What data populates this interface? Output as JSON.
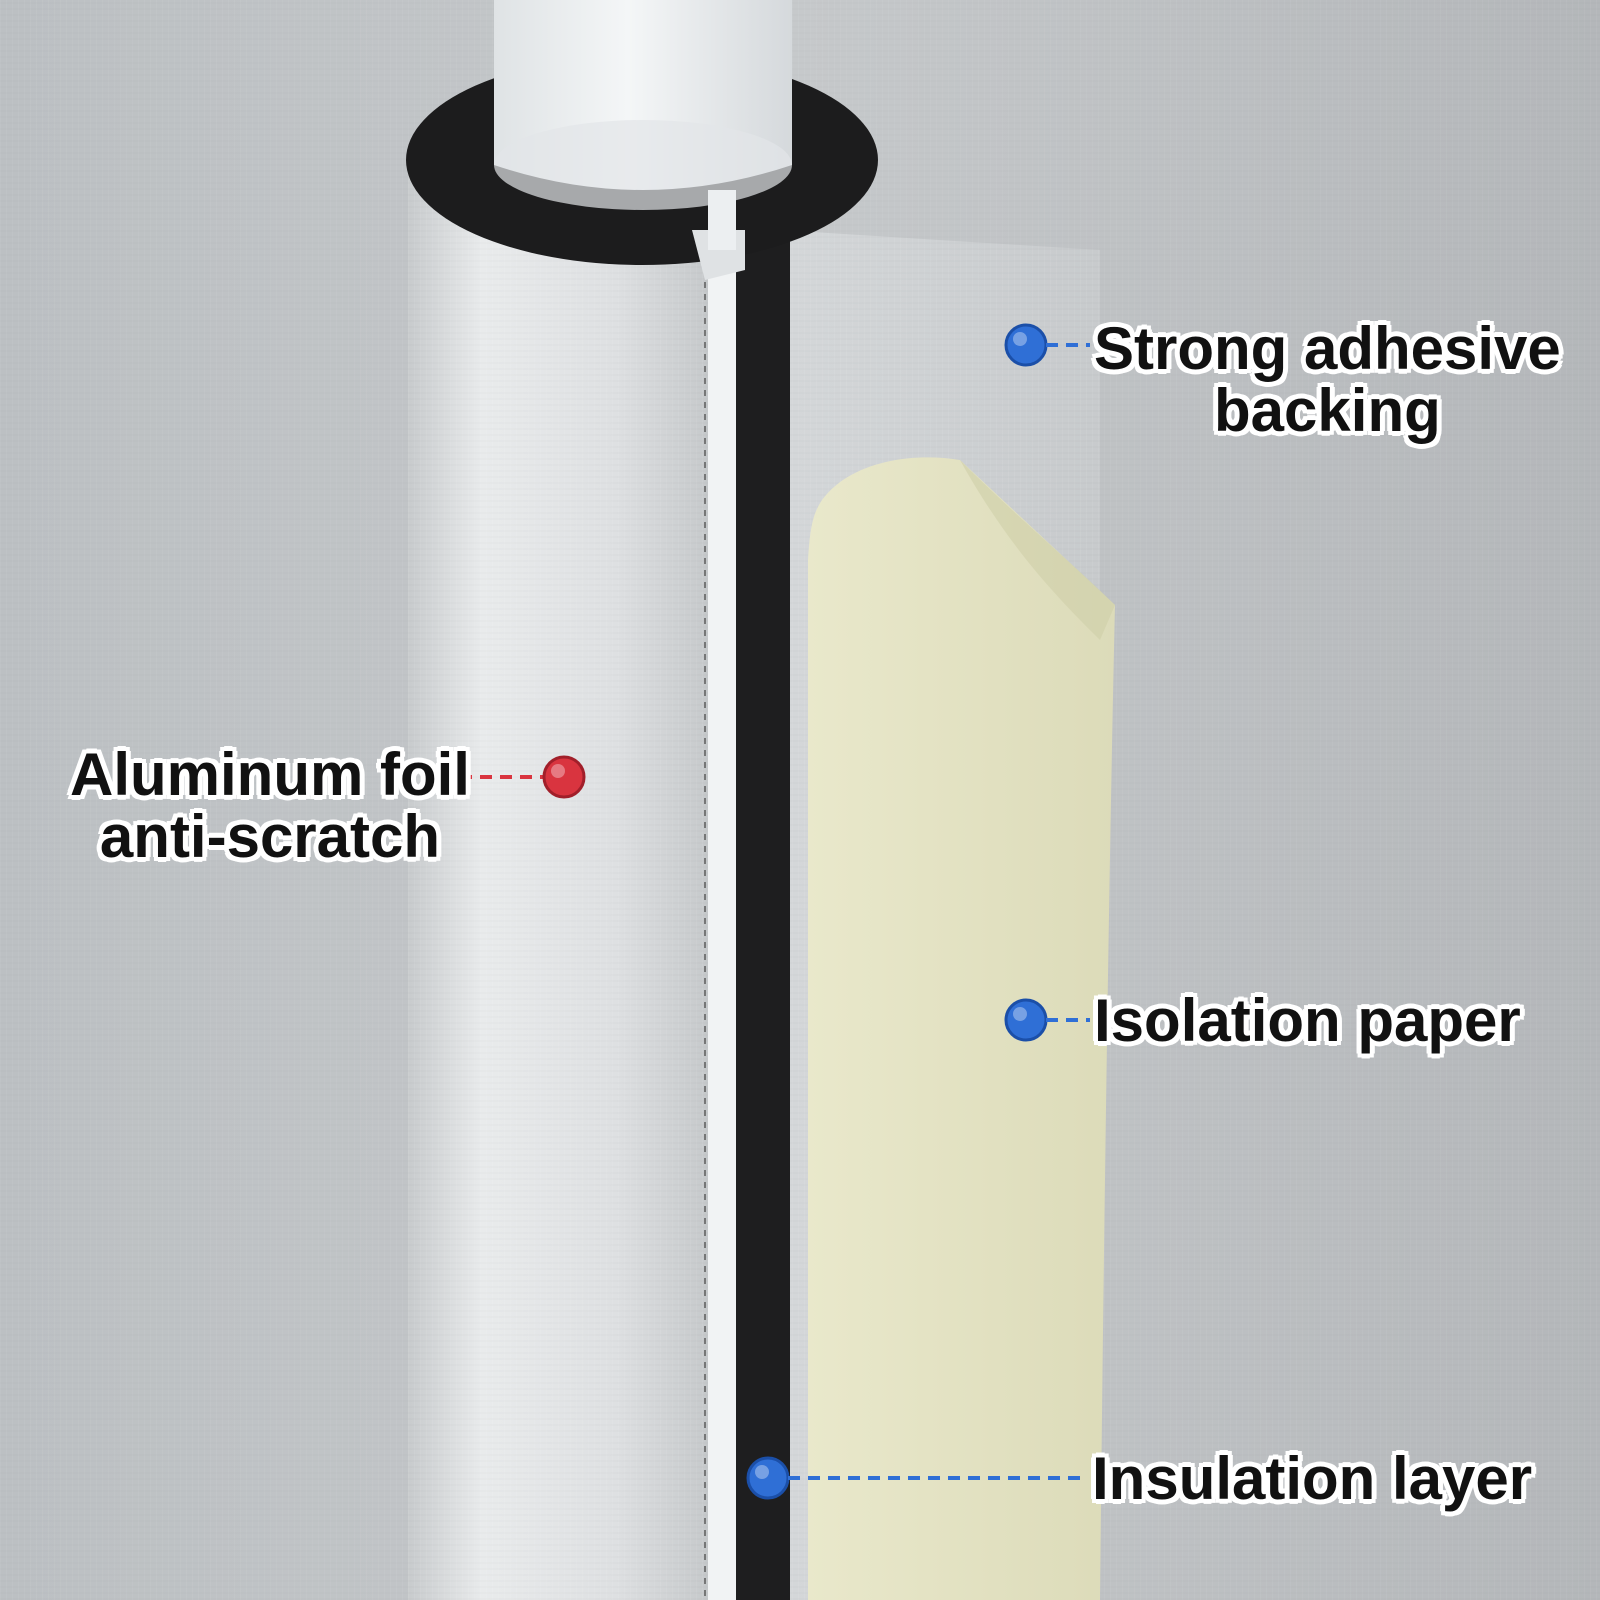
{
  "image": {
    "subject": "pipe-insulation-sleeve-cutaway",
    "colors": {
      "wall": "#bfc3c6",
      "foil": "#e2e4e6",
      "foam": "#1e1e1f",
      "pipe": "#eef1f3",
      "isolation_paper": "#e4e3c4",
      "marker_blue": "#2f6fd6",
      "marker_red": "#d9343f",
      "label_text": "#111111",
      "label_outline": "#ffffff"
    }
  },
  "callouts": {
    "adhesive": {
      "line1": "Strong adhesive",
      "line2": "backing",
      "marker_color": "blue",
      "icon": "dot-marker-icon"
    },
    "foil": {
      "line1": "Aluminum foil",
      "line2": "anti-scratch",
      "marker_color": "red",
      "icon": "dot-marker-icon"
    },
    "paper": {
      "line1": "Isolation paper",
      "marker_color": "blue",
      "icon": "dot-marker-icon"
    },
    "insulation": {
      "line1": "Insulation layer",
      "marker_color": "blue",
      "icon": "dot-marker-icon"
    }
  }
}
